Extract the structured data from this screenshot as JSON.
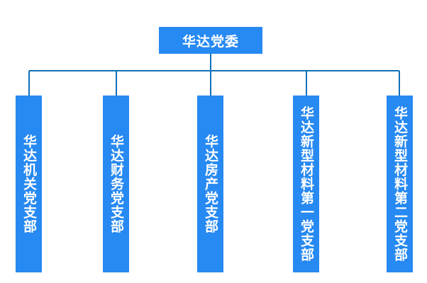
{
  "chart": {
    "type": "organization-chart",
    "title_text": "华达党委",
    "background_color": "#ffffff",
    "node_fill_color": "#2789f2",
    "node_text_color": "#ffffff",
    "connector_color": "#1071b8",
    "root": {
      "label": "华达党委",
      "orientation": "horizontal"
    },
    "children": [
      {
        "label": "华达机关党支部",
        "orientation": "vertical"
      },
      {
        "label": "华达财务党支部",
        "orientation": "vertical"
      },
      {
        "label": "华达房产党支部",
        "orientation": "vertical"
      },
      {
        "label": "华达新型材料第一党支部",
        "orientation": "vertical"
      },
      {
        "label": "华达新型材料第二党支部",
        "orientation": "vertical"
      }
    ]
  }
}
